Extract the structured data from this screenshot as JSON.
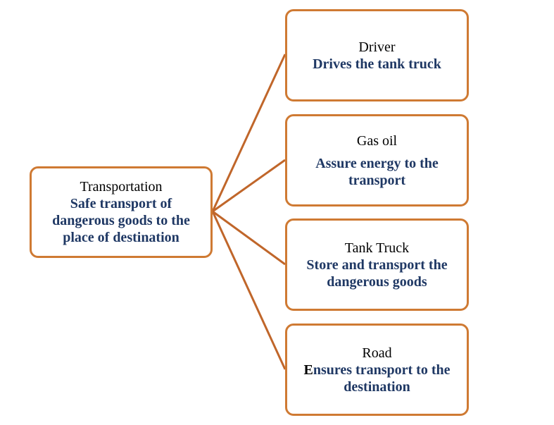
{
  "colors": {
    "border": "#cf7a33",
    "connector": "#c0662a",
    "description_text": "#1f3864",
    "title_text": "#000000"
  },
  "root": {
    "title": "Transportation",
    "description_lines": [
      "Safe transport of",
      "dangerous goods to the",
      "place of destination"
    ]
  },
  "children": [
    {
      "title": "Driver",
      "description_lines": [
        "Drives the tank truck"
      ]
    },
    {
      "title": "Gas oil",
      "description_lines": [
        "Assure energy to the",
        "transport"
      ]
    },
    {
      "title": "Tank Truck",
      "description_lines": [
        "Store and transport the",
        "dangerous goods"
      ]
    },
    {
      "title": "Road",
      "description_lead": "E",
      "description_lines": [
        "nsures transport to the",
        "destination"
      ]
    }
  ]
}
